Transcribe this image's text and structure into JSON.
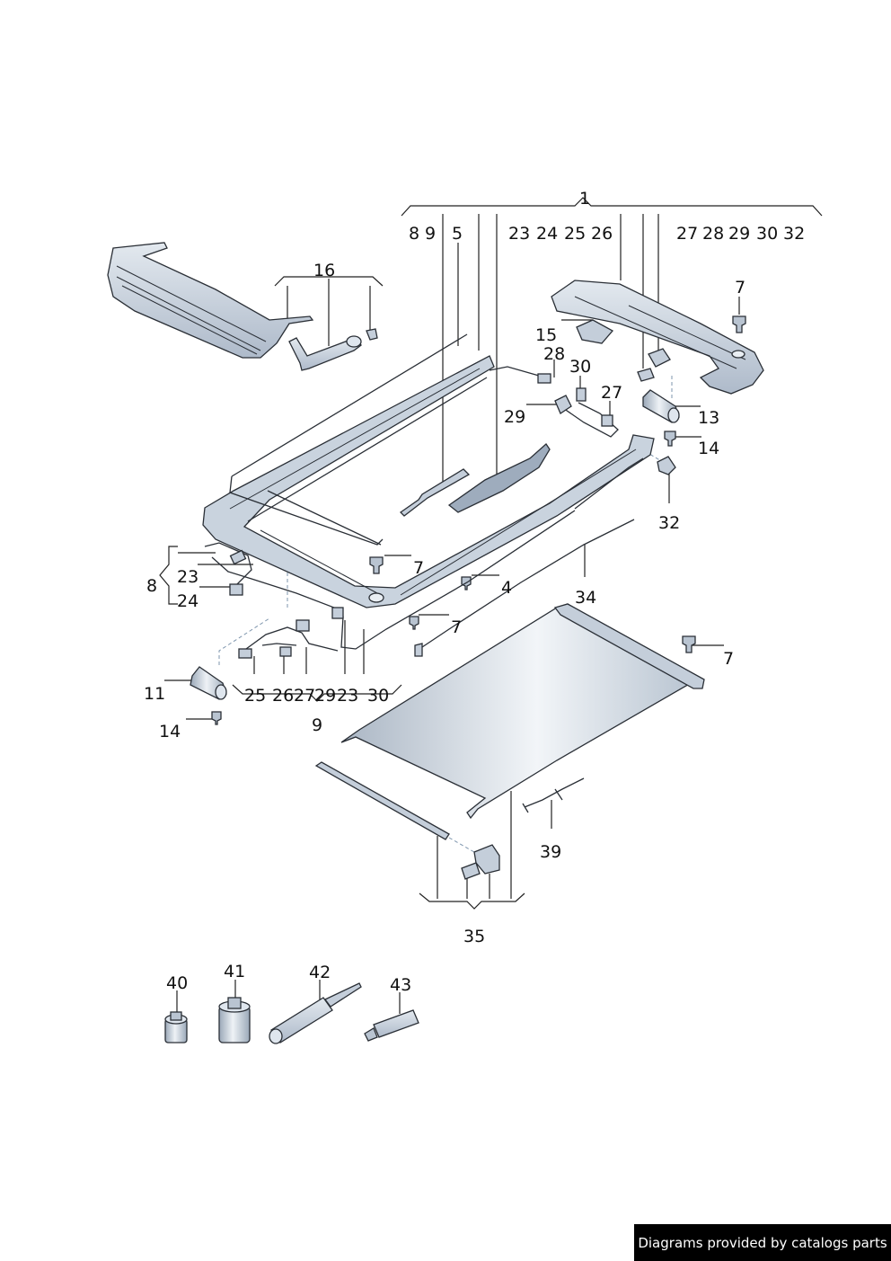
{
  "labels": {
    "l1": "1",
    "l8a": "8",
    "l9a": "9",
    "l5": "5",
    "l23a": "23",
    "l24a": "24",
    "l25a": "25",
    "l26a": "26",
    "l27a": "27",
    "l28a": "28",
    "l29a": "29",
    "l30a": "30",
    "l32a": "32",
    "l16": "16",
    "l7a": "7",
    "l15": "15",
    "l28b": "28",
    "l30b": "30",
    "l27b": "27",
    "l29b": "29",
    "l13": "13",
    "l14a": "14",
    "l32b": "32",
    "l7b": "7",
    "l4": "4",
    "l34": "34",
    "l7c": "7",
    "l7d": "7",
    "l8b": "8",
    "l23b": "23",
    "l24b": "24",
    "l11": "11",
    "l25b": "25",
    "l26b": "26",
    "l27c": "27",
    "l29c": "29",
    "l23c": "23",
    "l30c": "30",
    "l9b": "9",
    "l14b": "14",
    "l39": "39",
    "l35": "35",
    "l40": "40",
    "l41": "41",
    "l42": "42",
    "l43": "43"
  },
  "credit": "Diagrams provided by catalogs parts",
  "colors": {
    "part_fill": "#c9d3de",
    "part_light": "#e2e8ef",
    "part_dark": "#8d9cad",
    "shade_fill": "#bcc7d3"
  }
}
